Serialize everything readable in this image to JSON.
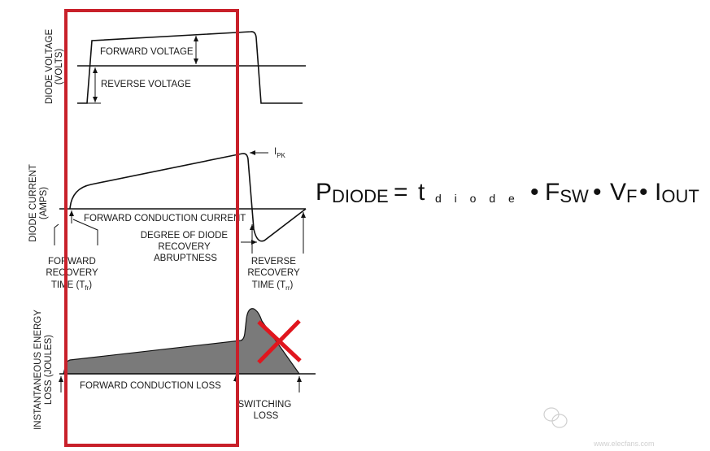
{
  "voltage_panel": {
    "axis_label_line1": "DIODE VOLTAGE",
    "axis_label_line2": "(VOLTS)",
    "forward_voltage": "FORWARD VOLTAGE",
    "reverse_voltage": "REVERSE VOLTAGE"
  },
  "current_panel": {
    "axis_label_line1": "DIODE CURRENT",
    "axis_label_line2": "(AMPS)",
    "ipk_main": "I",
    "ipk_sub": "PK",
    "forward_conduction_current": "FORWARD CONDUCTION CURRENT",
    "abruptness": [
      "DEGREE OF DIODE",
      "RECOVERY",
      "ABRUPTNESS"
    ],
    "forward_recovery": [
      "FORWARD",
      "RECOVERY",
      "TIME (T",
      "fr",
      ")"
    ],
    "reverse_recovery": [
      "REVERSE",
      "RECOVERY",
      "TIME (T",
      "rr",
      ")"
    ]
  },
  "energy_panel": {
    "axis_label_line1": "INSTANTANEOUS ENERGY",
    "axis_label_line2": "LOSS (JOULES)",
    "forward_conduction_loss": "FORWARD CONDUCTION LOSS",
    "switching_loss": [
      "SWITCHING",
      "LOSS"
    ]
  },
  "formula": {
    "p": "P",
    "p_sub": "DIODE",
    "equals": "=",
    "t": "t",
    "t_sub": "d i o d e",
    "dot": "•",
    "f": "F",
    "f_sub": "SW",
    "v": "V",
    "v_sub": "F",
    "i": "I",
    "i_sub": "OUT"
  },
  "watermark": {
    "url": "www.elecfans.com"
  },
  "colors": {
    "highlight_red": "#c8202a",
    "loss_fill": "#7a7a7a",
    "cross_red": "#e0161e"
  }
}
